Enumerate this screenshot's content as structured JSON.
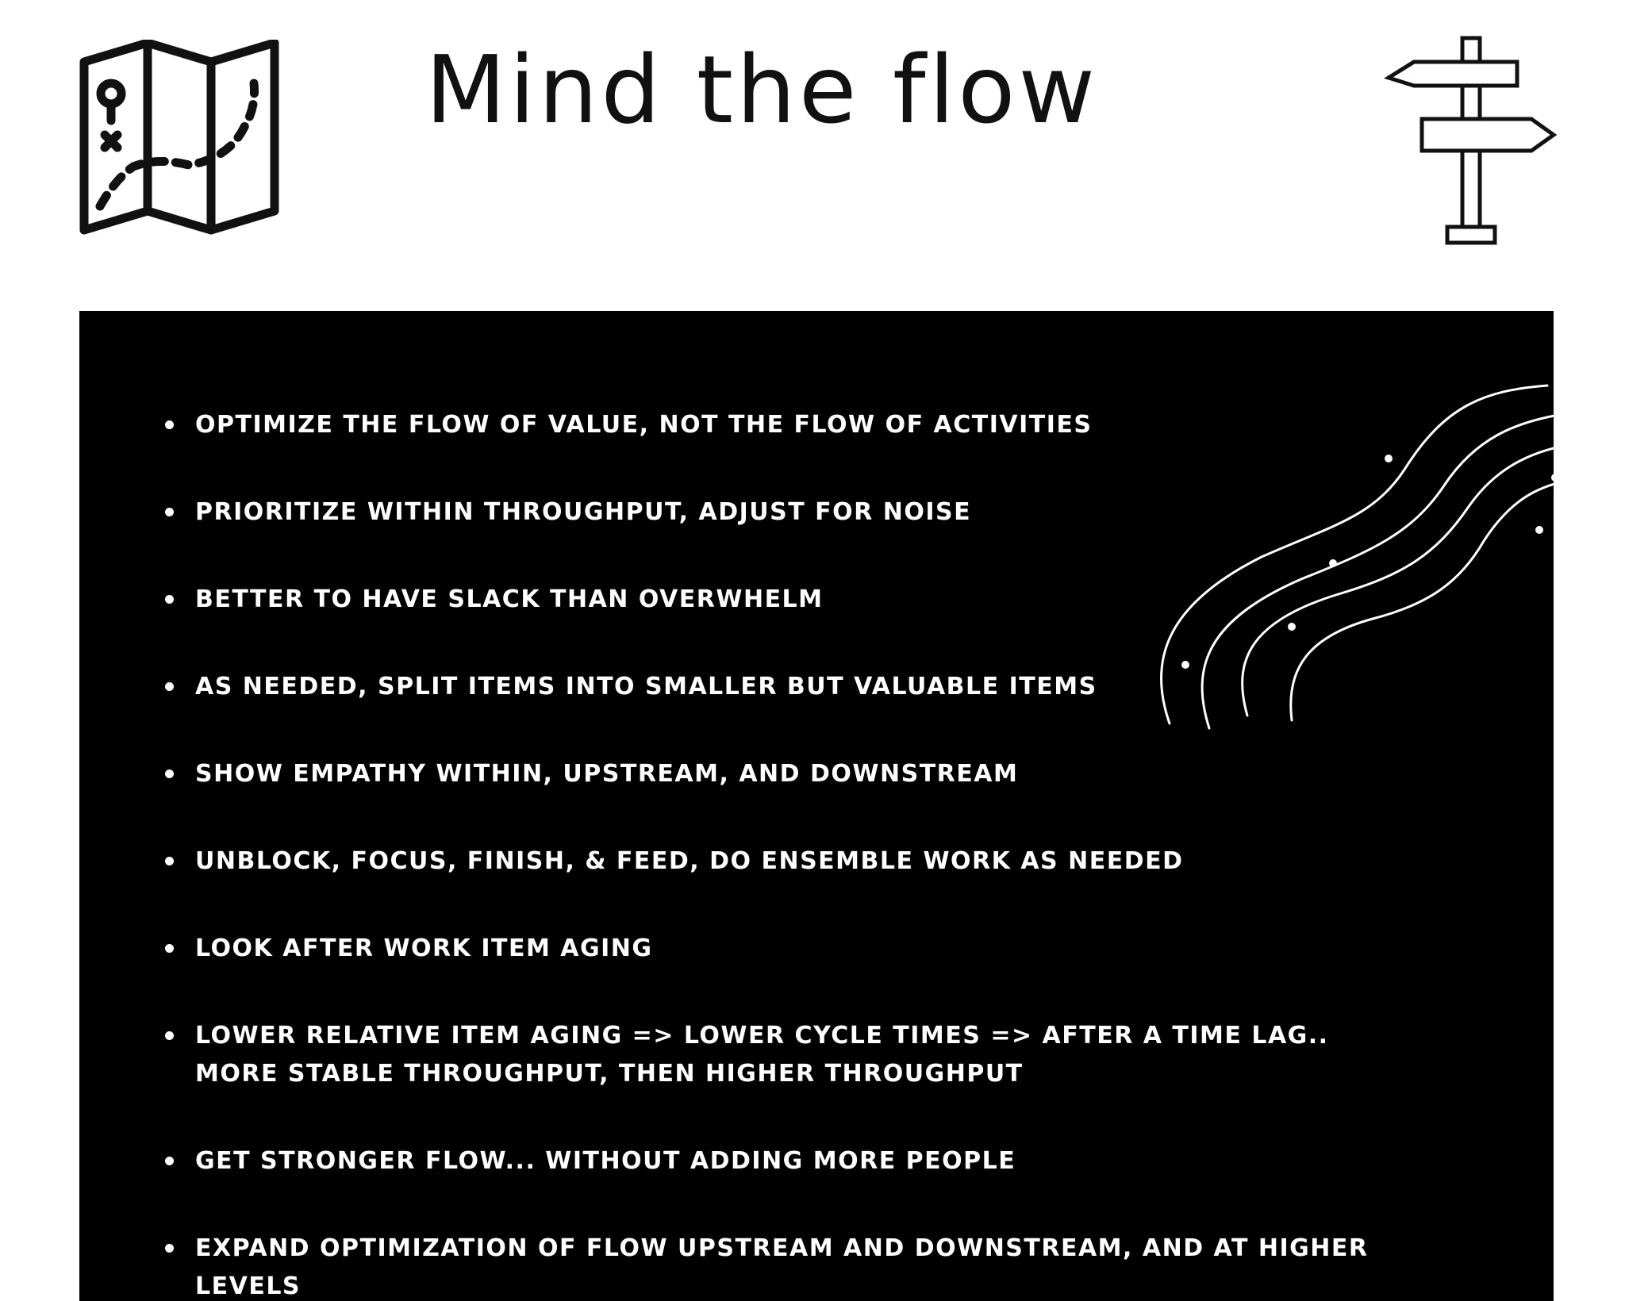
{
  "header": {
    "title": "Mind the flow",
    "left_icon": "folded-map-icon",
    "right_icon": "signpost-icon"
  },
  "colors": {
    "background": "#ffffff",
    "board": "#000000",
    "board_text": "#ffffff",
    "title_text": "#111111"
  },
  "board": {
    "decoration_icon": "wavy-lines-icon",
    "bullets": [
      "OPTIMIZE THE FLOW OF VALUE, NOT THE FLOW OF ACTIVITIES",
      "PRIORITIZE WITHIN THROUGHPUT, ADJUST FOR NOISE",
      "BETTER TO HAVE SLACK THAN OVERWHELM",
      "AS NEEDED, SPLIT ITEMS INTO SMALLER BUT VALUABLE ITEMS",
      "SHOW EMPATHY WITHIN, UPSTREAM, AND DOWNSTREAM",
      "UNBLOCK, FOCUS, FINISH, & FEED, DO ENSEMBLE WORK AS NEEDED",
      "LOOK AFTER WORK ITEM AGING",
      "LOWER RELATIVE ITEM AGING => LOWER CYCLE TIMES => AFTER A TIME LAG.. MORE STABLE THROUGHPUT, THEN HIGHER THROUGHPUT",
      "GET STRONGER FLOW... WITHOUT ADDING MORE PEOPLE",
      "EXPAND OPTIMIZATION OF FLOW UPSTREAM AND DOWNSTREAM, AND AT HIGHER LEVELS"
    ]
  }
}
